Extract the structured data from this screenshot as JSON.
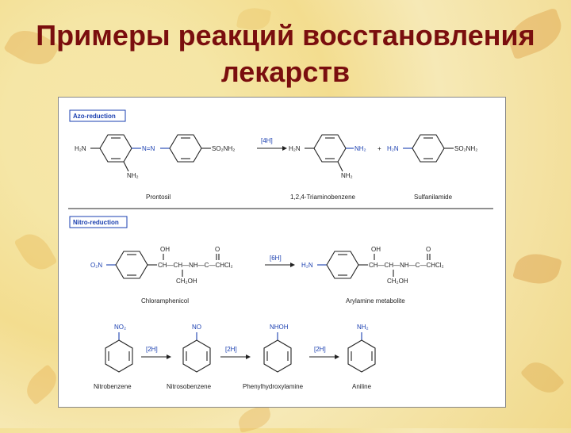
{
  "title": {
    "line1": "Примеры реакций восстановления",
    "line2": "лекарств"
  },
  "figure": {
    "azo": {
      "section": "Azo-reduction",
      "reagent": "[4H]",
      "prontosil_left": "H₂N",
      "prontosil_right": "SO₂NH₂",
      "prontosil_nh2": "NH₂",
      "azo_bond": "N=N",
      "prod1_left": "H₂N",
      "prod1_right": "NH₂",
      "prod1_nh2": "NH₂",
      "plus": "+",
      "prod2_left": "H₂N",
      "prod2_right": "SO₂NH₂",
      "name_prontosil": "Prontosil",
      "name_triamino": "1,2,4-Triaminobenzene",
      "name_sulfanilamide": "Sulfanilamide"
    },
    "nitro": {
      "section": "Nitro-reduction",
      "reagent": "[6H]",
      "chloram_left": "O₂N",
      "chloram_chain": "CH—CH—NH—C—CHCl₂",
      "oh": "OH",
      "o": "O",
      "ch2oh": "CH₂OH",
      "aryl_left": "H₂N",
      "aryl_chain": "CH—CH—NH—C—CHCl₂",
      "name_chloram": "Chloramphenicol",
      "name_arylamine": "Arylamine metabolite"
    },
    "stepwise": {
      "reagent1": "[2H]",
      "reagent2": "[2H]",
      "reagent3": "[2H]",
      "sub1": "NO₂",
      "sub2": "NO",
      "sub3": "NHOH",
      "sub4": "NH₂",
      "name1": "Nitrobenzene",
      "name2": "Nitrosobenzene",
      "name3": "Phenylhydroxylamine",
      "name4": "Aniline"
    }
  }
}
